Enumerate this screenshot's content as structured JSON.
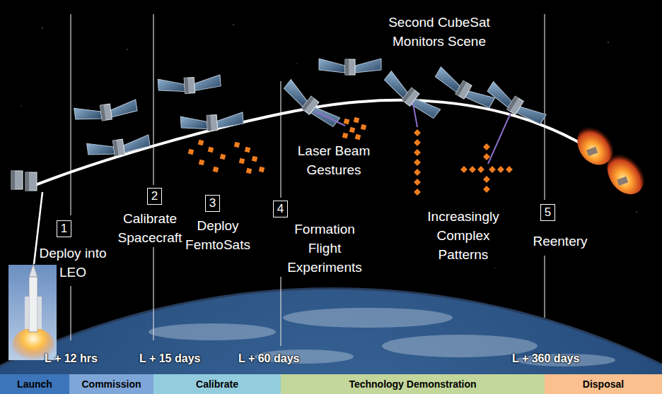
{
  "diagram": {
    "nodes": [
      {
        "text": [
          "1"
        ]
      },
      {
        "text": [
          "2"
        ]
      },
      {
        "text": [
          "3"
        ]
      },
      {
        "text": [
          "4"
        ]
      },
      {
        "text": [
          "5"
        ]
      },
      {
        "text": [
          "Launch"
        ]
      },
      {
        "text": [
          "Commission"
        ]
      },
      {
        "text": [
          "Calibrate"
        ]
      },
      {
        "text": [
          "Technology Demonstration"
        ]
      },
      {
        "text": [
          "Disposal"
        ]
      }
    ],
    "labels": [
      "Second CubeSat Monitors Scene",
      "Laser Beam Gestures",
      "Deploy into LEO",
      "Calibrate Spacecraft",
      "Deploy FemtoSats",
      "Formation Flight Experiments",
      "Increasingly Complex Patterns",
      "Reentery",
      "L + 12 hrs",
      "L + 15 days",
      "L + 60 days",
      "L + 360 days"
    ]
  }
}
